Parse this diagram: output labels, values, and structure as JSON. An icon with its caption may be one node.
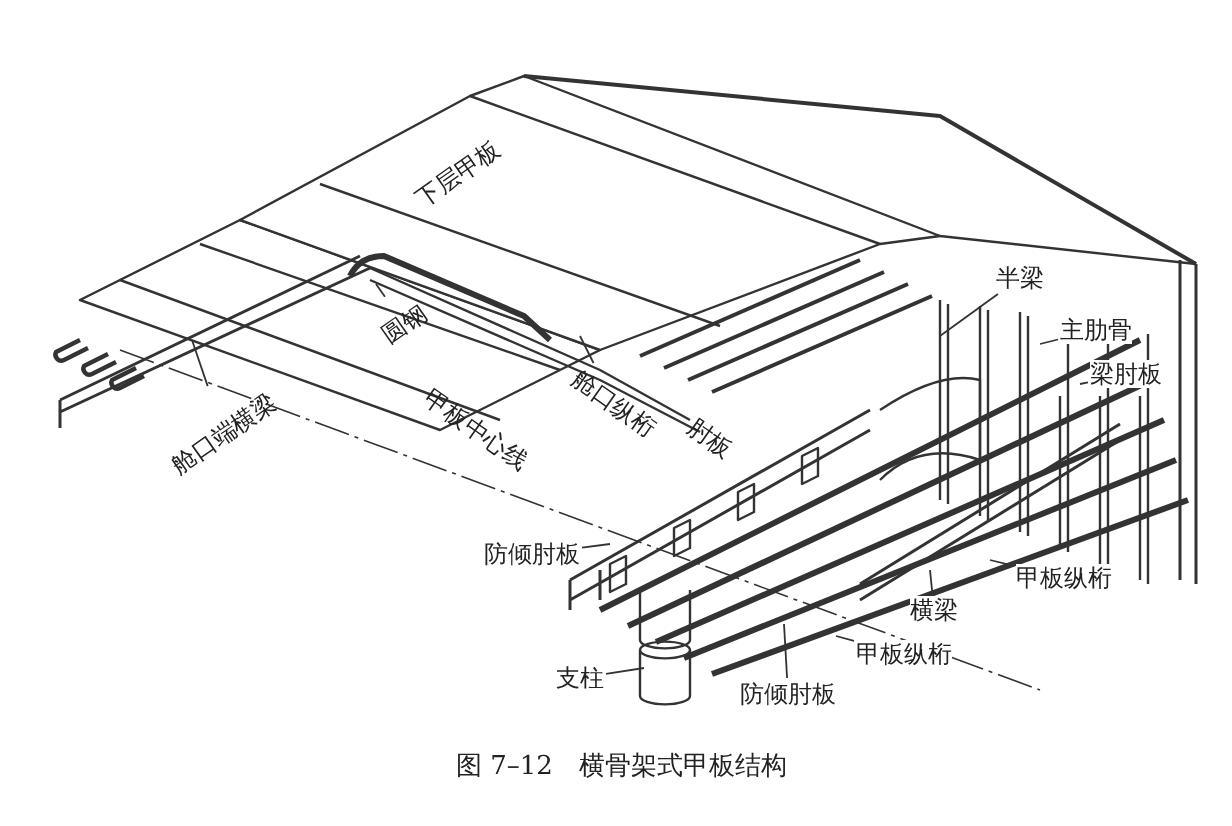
{
  "diagram": {
    "caption": "图 7–12　横骨架式甲板结构",
    "nodes": [
      {
        "text": [
          "舱口端横梁"
        ]
      },
      {
        "text": [
          "圆钢"
        ]
      },
      {
        "text": [
          "舱口纵桁"
        ]
      },
      {
        "text": [
          "半梁"
        ]
      },
      {
        "text": [
          "主肋骨"
        ]
      },
      {
        "text": [
          "梁肘板"
        ]
      },
      {
        "text": [
          "防倾肘板"
        ]
      },
      {
        "text": [
          "甲板纵桁"
        ]
      },
      {
        "text": [
          "横梁"
        ]
      },
      {
        "text": [
          "支柱"
        ]
      },
      {
        "text": [
          "甲板纵桁"
        ]
      },
      {
        "text": [
          "防倾肘板"
        ]
      }
    ],
    "edges": [
      {
        "from": 0,
        "to": null,
        "arrow": "none"
      },
      {
        "from": 1,
        "to": null,
        "arrow": "none"
      },
      {
        "from": 2,
        "to": null,
        "arrow": "none"
      },
      {
        "from": 3,
        "to": null,
        "arrow": "none"
      },
      {
        "from": 4,
        "to": null,
        "arrow": "none"
      },
      {
        "from": 5,
        "to": null,
        "arrow": "none"
      },
      {
        "from": 6,
        "to": null,
        "arrow": "none"
      },
      {
        "from": 7,
        "to": null,
        "arrow": "none"
      },
      {
        "from": 8,
        "to": null,
        "arrow": "none"
      },
      {
        "from": 9,
        "to": null,
        "arrow": "none"
      },
      {
        "from": 10,
        "to": null,
        "arrow": "none"
      },
      {
        "from": 11,
        "to": null,
        "arrow": "none"
      }
    ],
    "labels": [
      "下层甲板",
      "肘板",
      "甲板中心线"
    ]
  }
}
